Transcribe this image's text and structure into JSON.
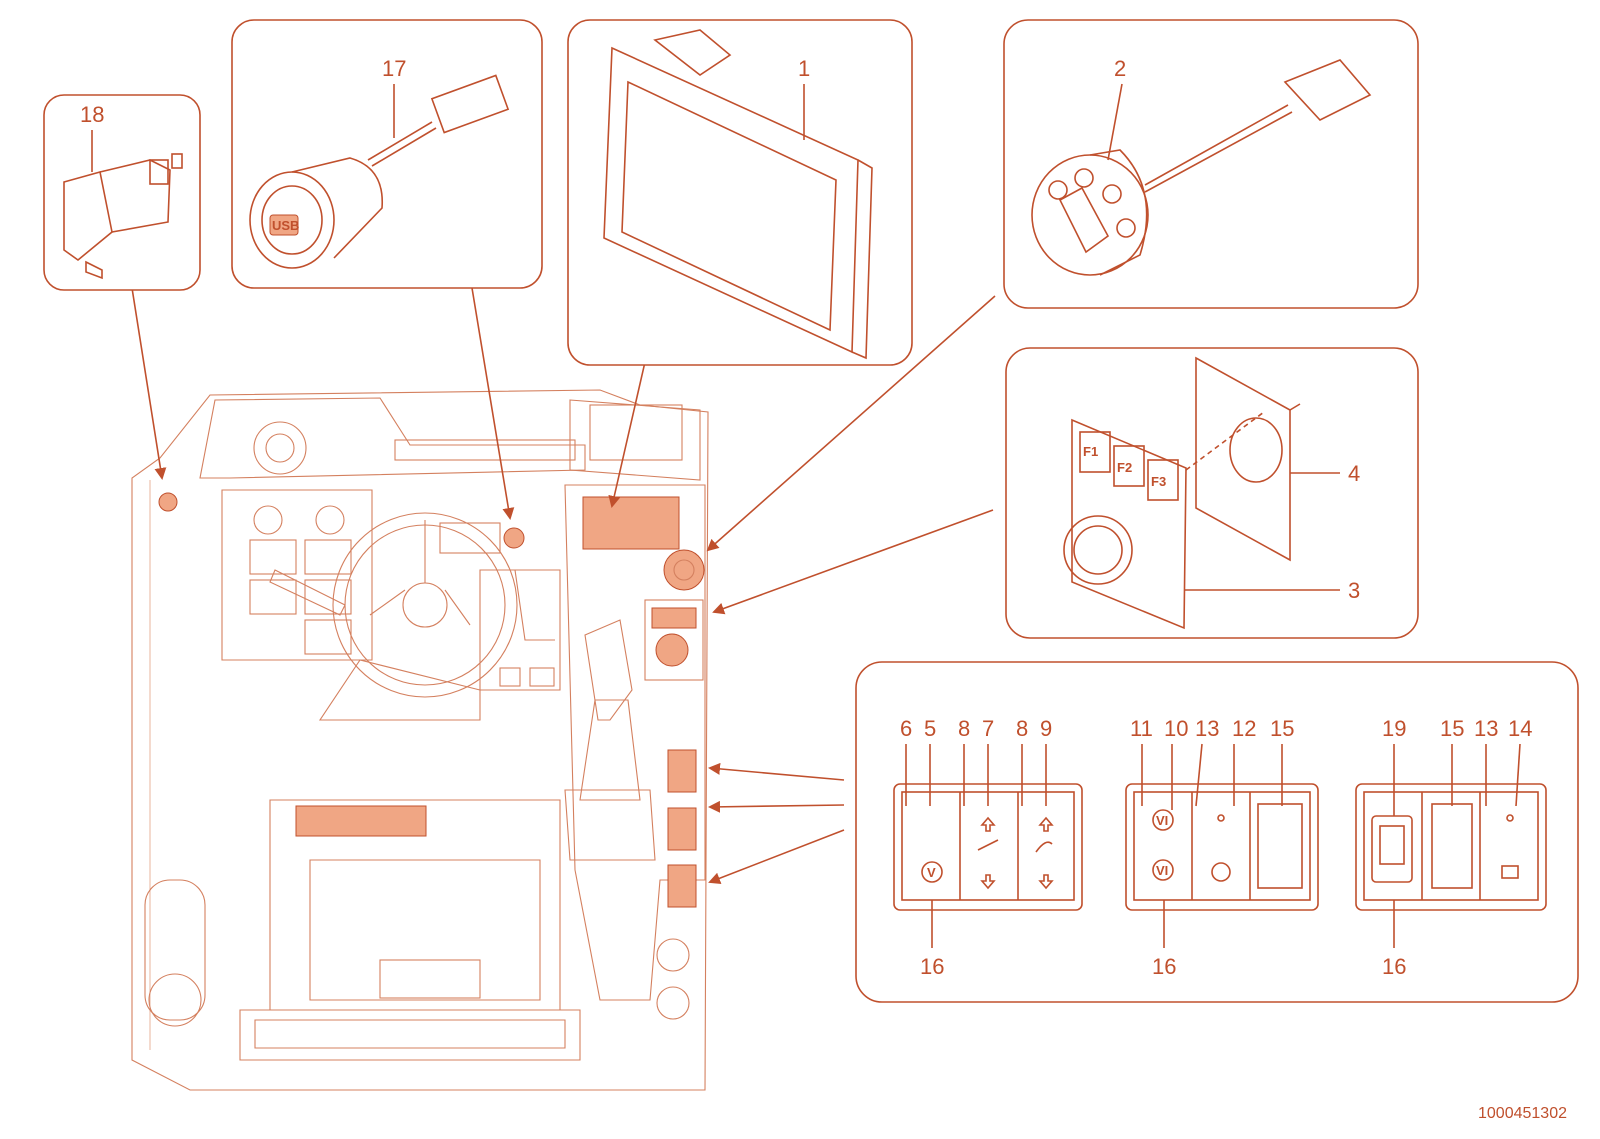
{
  "figure_id": "1000451302",
  "colors": {
    "line": "#c0502d",
    "highlight": "#f0a684",
    "background": "#ffffff"
  },
  "callouts": {
    "c1": "1",
    "c2": "2",
    "c3": "3",
    "c4": "4",
    "c17": "17",
    "c18": "18",
    "g1_6": "6",
    "g1_5": "5",
    "g1_8a": "8",
    "g1_7": "7",
    "g1_8b": "8",
    "g1_9": "9",
    "g1_16": "16",
    "g2_11": "11",
    "g2_10": "10",
    "g2_13": "13",
    "g2_12": "12",
    "g2_15": "15",
    "g2_16": "16",
    "g3_19": "19",
    "g3_15": "15",
    "g3_13": "13",
    "g3_14": "14",
    "g3_16": "16"
  },
  "key_labels": {
    "f1": "F1",
    "f2": "F2",
    "f3": "F3",
    "usb": "USB"
  },
  "icons": {
    "switch_v": "V",
    "switch_vi_top": "VI",
    "switch_vi_bottom": "VI"
  }
}
